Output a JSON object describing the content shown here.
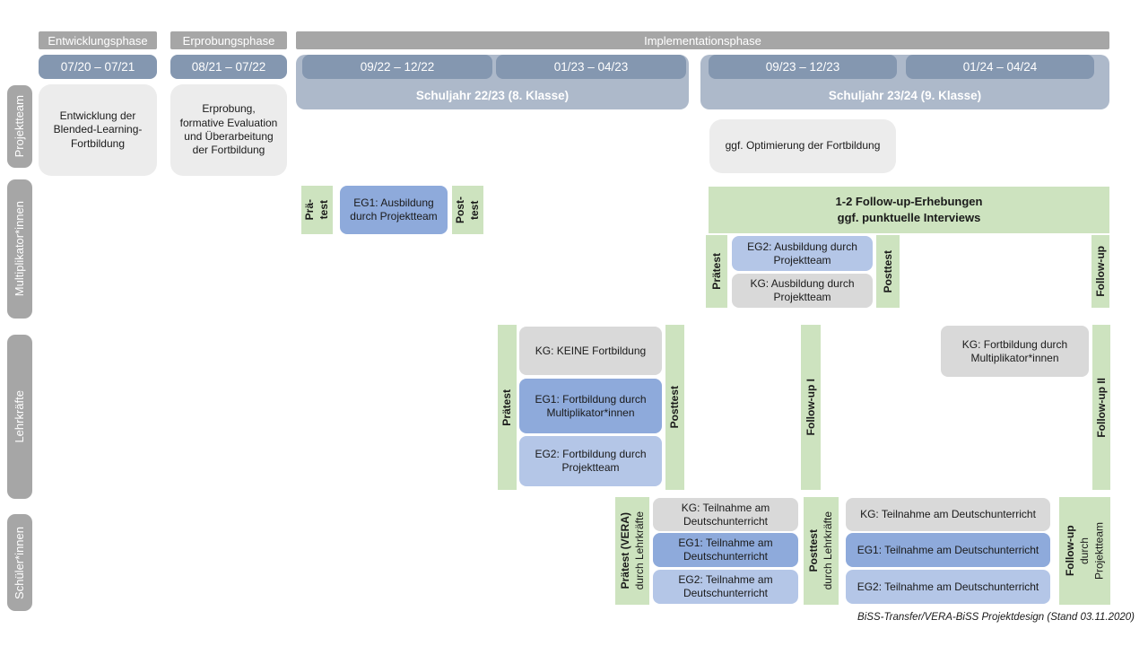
{
  "colors": {
    "phase_header_gray": "#a6a6a6",
    "date_pill_blue": "#8497b0",
    "school_year_blue": "#adb9ca",
    "info_box_gray": "#ececec",
    "measurement_green": "#cde3bf",
    "eg1_blue": "#8eaadb",
    "eg2_light_blue": "#b4c6e7",
    "kg_gray": "#d9d9d9",
    "text_dark": "#1a1a1a",
    "text_white": "#ffffff"
  },
  "phases": {
    "entwicklung": "Entwicklungsphase",
    "erprobung": "Erprobungsphase",
    "implementation": "Implementationsphase"
  },
  "dates": {
    "d1": "07/20 – 07/21",
    "d2": "08/21 – 07/22",
    "d3": "09/22 – 12/22",
    "d4": "01/23 – 04/23",
    "d5": "09/23 – 12/23",
    "d6": "01/24 – 04/24"
  },
  "school_years": {
    "sy1": "Schuljahr 22/23 (8. Klasse)",
    "sy2": "Schuljahr 23/24 (9. Klasse)"
  },
  "row_labels": {
    "projektteam": "Projektteam",
    "multiplikatoren": "Multiplikator*innen",
    "lehrkraefte": "Lehrkräfte",
    "schueler": "Schüler*innen"
  },
  "projektteam": {
    "entwicklung_box": "Entwicklung der Blended-Learning-Fortbildung",
    "erprobung_box": "Erprobung, formative Evaluation und Überarbeitung der Fortbildung",
    "optimierung_box": "ggf. Optimierung der Fortbildung"
  },
  "multiplikatoren": {
    "praetest1": "Prä-\ntest",
    "eg1": "EG1: Ausbildung durch Projektteam",
    "posttest1": "Post-\ntest",
    "followup_banner": "1-2 Follow-up-Erhebungen\nggf. punktuelle Interviews",
    "praetest2": "Prätest",
    "eg2": "EG2: Ausbildung durch Projektteam",
    "kg": "KG: Ausbildung durch Projektteam",
    "posttest2": "Posttest",
    "followup": "Follow-up"
  },
  "lehrkraefte": {
    "praetest": "Prätest",
    "kg": "KG: KEINE Fortbildung",
    "eg1": "EG1: Fortbildung durch Multiplikator*innen",
    "eg2": "EG2: Fortbildung durch Projektteam",
    "posttest": "Posttest",
    "followup1": "Follow-up I",
    "kg_followup": "KG: Fortbildung durch Multiplikator*innen",
    "followup2": "Follow-up II"
  },
  "schueler": {
    "praetest_bold": "Prätest (VERA)",
    "praetest_sub": "durch Lehrkräfte",
    "kg1": "KG: Teilnahme am Deutschunterricht",
    "eg1a": "EG1: Teilnahme am Deutschunterricht",
    "eg2a": "EG2: Teilnahme am Deutschunterricht",
    "posttest_bold": "Posttest",
    "posttest_sub": "durch Lehrkräfte",
    "kg2": "KG: Teilnahme am Deutschunterricht",
    "eg1b": "EG1: Teilnahme am Deutschunterricht",
    "eg2b": "EG2: Teilnahme am Deutschunterricht",
    "followup_bold": "Follow-up",
    "followup_sub": "durch\nProjektteam"
  },
  "footer": {
    "caption": "BiSS-Transfer/VERA-BiSS Projektdesign (Stand 03.11.2020)"
  }
}
